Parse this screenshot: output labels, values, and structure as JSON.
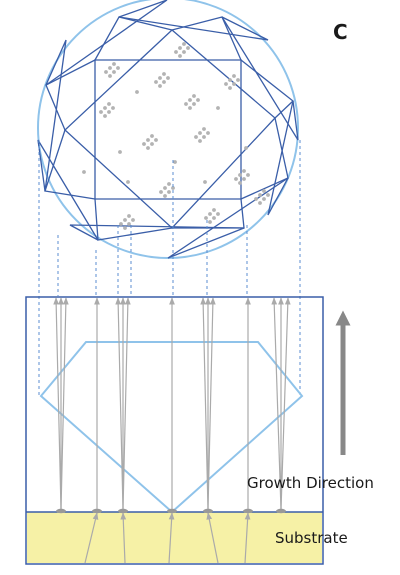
{
  "figure": {
    "panel_label": "C",
    "growth_label": "Growth Direction",
    "substrate_label": "Substrate"
  },
  "colors": {
    "outline_light": "#8fc3ea",
    "outline_dark": "#3a5ea8",
    "dots": "#b3b3b3",
    "arrow_gray": "#aaaaaa",
    "big_arrow": "#888888",
    "substrate_fill": "#f6f1a6",
    "substrate_border": "#3a5ea8"
  }
}
